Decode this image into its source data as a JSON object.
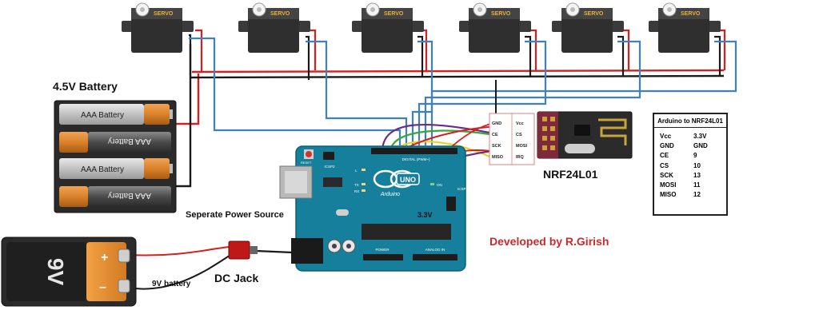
{
  "labels": {
    "battery_pack": "4.5V Battery",
    "aaa_cell": "AAA Battery",
    "separate_power": "Seperate Power Source",
    "dc_jack": "DC Jack",
    "battery_9v": "9V battery",
    "battery_9v_marking": "9V",
    "plus_sign": "+",
    "minus_sign": "–",
    "module_name": "NRF24L01",
    "voltage_3v3": "3.3V",
    "developer": "Developed by R.Girish",
    "servo_label": "SERVO",
    "board_brand": "Arduino",
    "board_model": "UNO",
    "reset": "RESET",
    "icsp": "ICSP2",
    "icsp1": "ICSP",
    "digital": "DIGITAL (PWM~)",
    "analog_in": "ANALOG IN",
    "power": "POWER",
    "tx": "TX",
    "rx": "RX",
    "l_led": "L",
    "on_led": "ON"
  },
  "nrf_pins": {
    "left": [
      "GND",
      "CE",
      "SCK",
      "MISO"
    ],
    "right": [
      "Vcc",
      "CS",
      "MOSI",
      "IRQ"
    ]
  },
  "pin_table": {
    "title": "Arduino to NRF24L01",
    "rows": [
      {
        "pin": "Vcc",
        "value": "3.3V"
      },
      {
        "pin": "GND",
        "value": "GND"
      },
      {
        "pin": "CE",
        "value": "9"
      },
      {
        "pin": "CS",
        "value": "10"
      },
      {
        "pin": "SCK",
        "value": "13"
      },
      {
        "pin": "MOSI",
        "value": "11"
      },
      {
        "pin": "MISO",
        "value": "12"
      }
    ]
  },
  "colors": {
    "wire_red": "#d42020",
    "wire_black": "#1a1a1a",
    "wire_blue": "#3f7fc6",
    "wire_green": "#3ca53c",
    "wire_yellow": "#e8d51e",
    "wire_purple": "#6a2a8a",
    "board_teal": "#16809c",
    "servo_body": "#333333",
    "battery_orange": "#d9822b",
    "developer_text": "#cc2a2a"
  }
}
